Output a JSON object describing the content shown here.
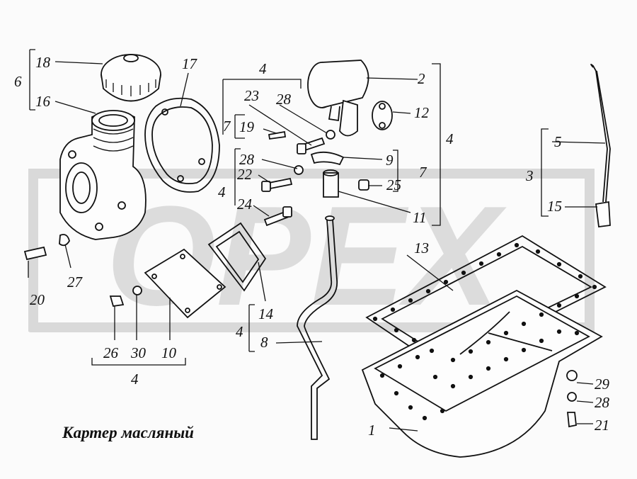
{
  "diagram": {
    "caption": "Картер масляный",
    "watermark": "OPEX",
    "labels": {
      "l1": "1",
      "l2": "2",
      "l3": "3",
      "l4a": "4",
      "l4b": "4",
      "l4c": "4",
      "l4d": "4",
      "l4e": "4",
      "l5": "5",
      "l6": "6",
      "l7a": "7",
      "l7b": "7",
      "l8": "8",
      "l9": "9",
      "l10": "10",
      "l11": "11",
      "l12": "12",
      "l13": "13",
      "l14": "14",
      "l15": "15",
      "l16": "16",
      "l17": "17",
      "l18": "18",
      "l19": "19",
      "l20": "20",
      "l21": "21",
      "l22": "22",
      "l23": "23",
      "l24": "24",
      "l25": "25",
      "l26": "26",
      "l27": "27",
      "l28a": "28",
      "l28b": "28",
      "l28c": "28",
      "l29": "29",
      "l30": "30"
    },
    "colors": {
      "ink": "#111111",
      "watermark": "#d9d9d9",
      "paper": "#fbfbfb"
    }
  }
}
